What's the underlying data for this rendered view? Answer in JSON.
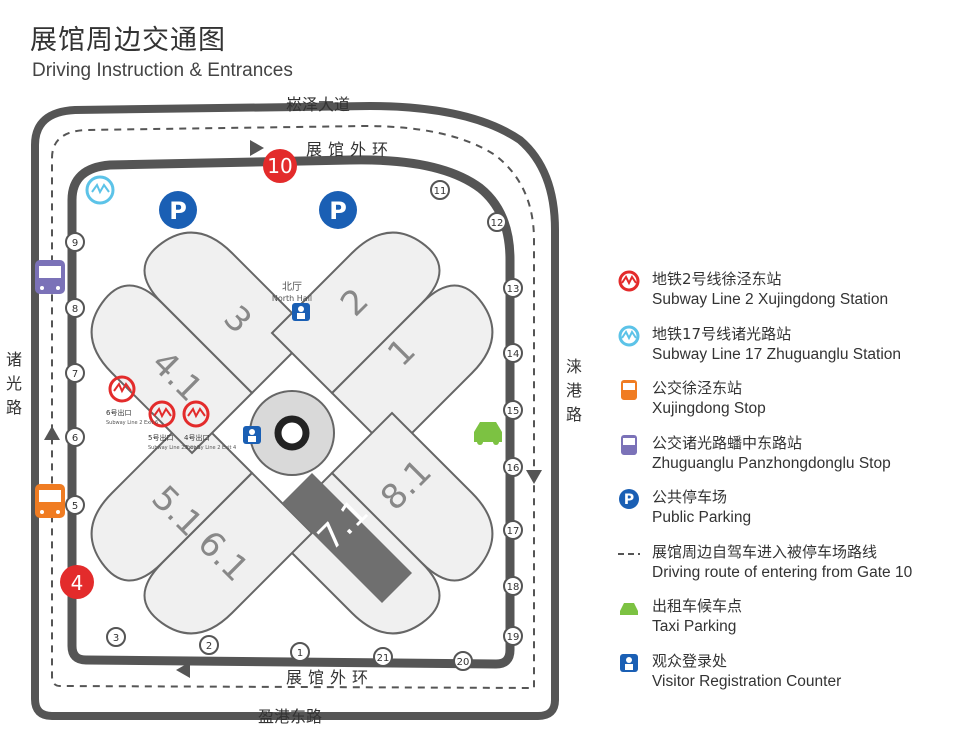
{
  "title": "展馆周边交通图",
  "subtitle": "Driving Instruction & Entrances",
  "roads": {
    "north": "崧泽大道",
    "south": "盈港东路",
    "west": "诸光路",
    "east": "涞港路",
    "ring_top": "展馆外环",
    "ring_bottom": "展馆外环"
  },
  "gates": [
    "10",
    "4"
  ],
  "entrances": [
    "1",
    "2",
    "3",
    "5",
    "6",
    "7",
    "8",
    "9",
    "11",
    "12",
    "13",
    "14",
    "15",
    "16",
    "17",
    "18",
    "19",
    "20",
    "21"
  ],
  "halls": [
    "3",
    "2",
    "4.1",
    "1",
    "5.1",
    "6.1",
    "7.1",
    "8.1"
  ],
  "north_hall": {
    "zh": "北厅",
    "en": "North Hall"
  },
  "exits": [
    {
      "zh": "6号出口",
      "en": "Subway Line 2 Exit 6"
    },
    {
      "zh": "5号出口",
      "en": "Subway Line 2 Exit 5"
    },
    {
      "zh": "4号出口",
      "en": "Subway Line 2 Exit 4"
    }
  ],
  "parking_label": "P",
  "legend": [
    {
      "icon": "metro-line2-icon",
      "zh": "地铁2号线徐泾东站",
      "en": "Subway Line 2 Xujingdong Station"
    },
    {
      "icon": "metro-line17-icon",
      "zh": "地铁17号线诸光路站",
      "en": "Subway Line 17 Zhuguanglu Station"
    },
    {
      "icon": "bus-orange-icon",
      "zh": "公交徐泾东站",
      "en": "Xujingdong Stop"
    },
    {
      "icon": "bus-purple-icon",
      "zh": "公交诸光路蟠中东路站",
      "en": "Zhuguanglu Panzhongdonglu Stop"
    },
    {
      "icon": "parking-icon",
      "zh": "公共停车场",
      "en": "Public Parking"
    },
    {
      "icon": "dashed-route-icon",
      "zh": "展馆周边自驾车进入被停车场路线",
      "en": "Driving route of entering from Gate 10"
    },
    {
      "icon": "taxi-icon",
      "zh": "出租车候车点",
      "en": "Taxi Parking"
    },
    {
      "icon": "registration-icon",
      "zh": "观众登录处",
      "en": "Visitor Registration Counter"
    }
  ],
  "colors": {
    "road": "#555555",
    "metro_red": "#e32b2b",
    "metro_blue": "#5cc3e8",
    "bus_orange": "#f07c22",
    "bus_purple": "#7b72b8",
    "parking_blue": "#1a5fb4",
    "taxi_green": "#7cc242",
    "hall_grey": "#d9d9d9",
    "hall_dark": "#6f6f6f"
  }
}
